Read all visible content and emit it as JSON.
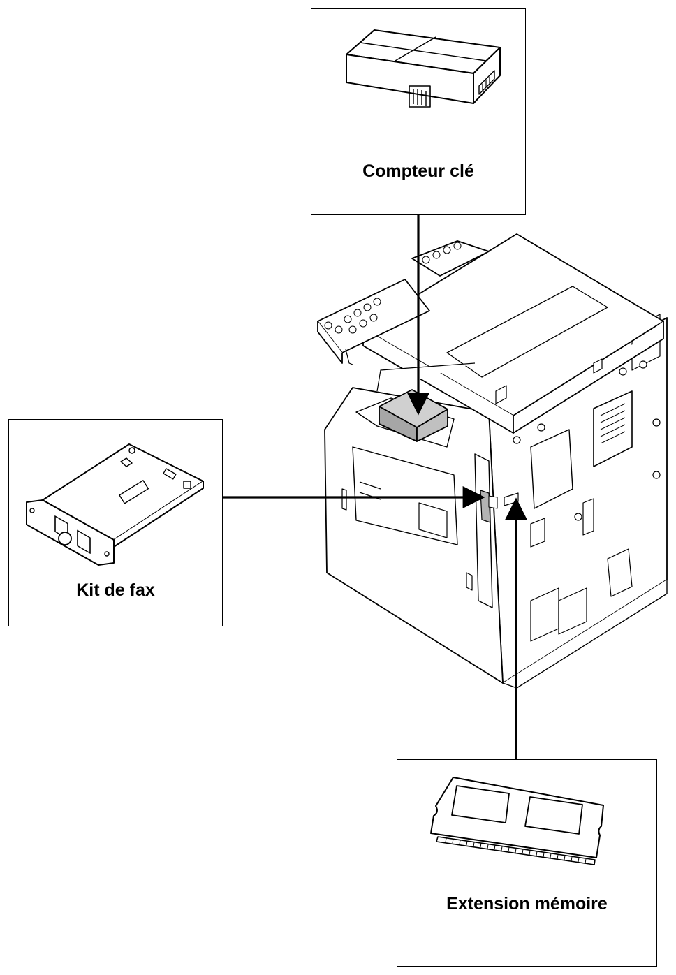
{
  "callouts": {
    "key_counter": {
      "label": "Compteur clé"
    },
    "fax_kit": {
      "label": "Kit de fax"
    },
    "memory_expansion": {
      "label": "Extension mémoire"
    }
  },
  "colors": {
    "line": "#000000",
    "fill_gray": "#b3b3b3",
    "background": "#ffffff"
  },
  "icons": [
    "key-counter-icon",
    "fax-kit-card-icon",
    "memory-module-icon",
    "printer-icon"
  ]
}
